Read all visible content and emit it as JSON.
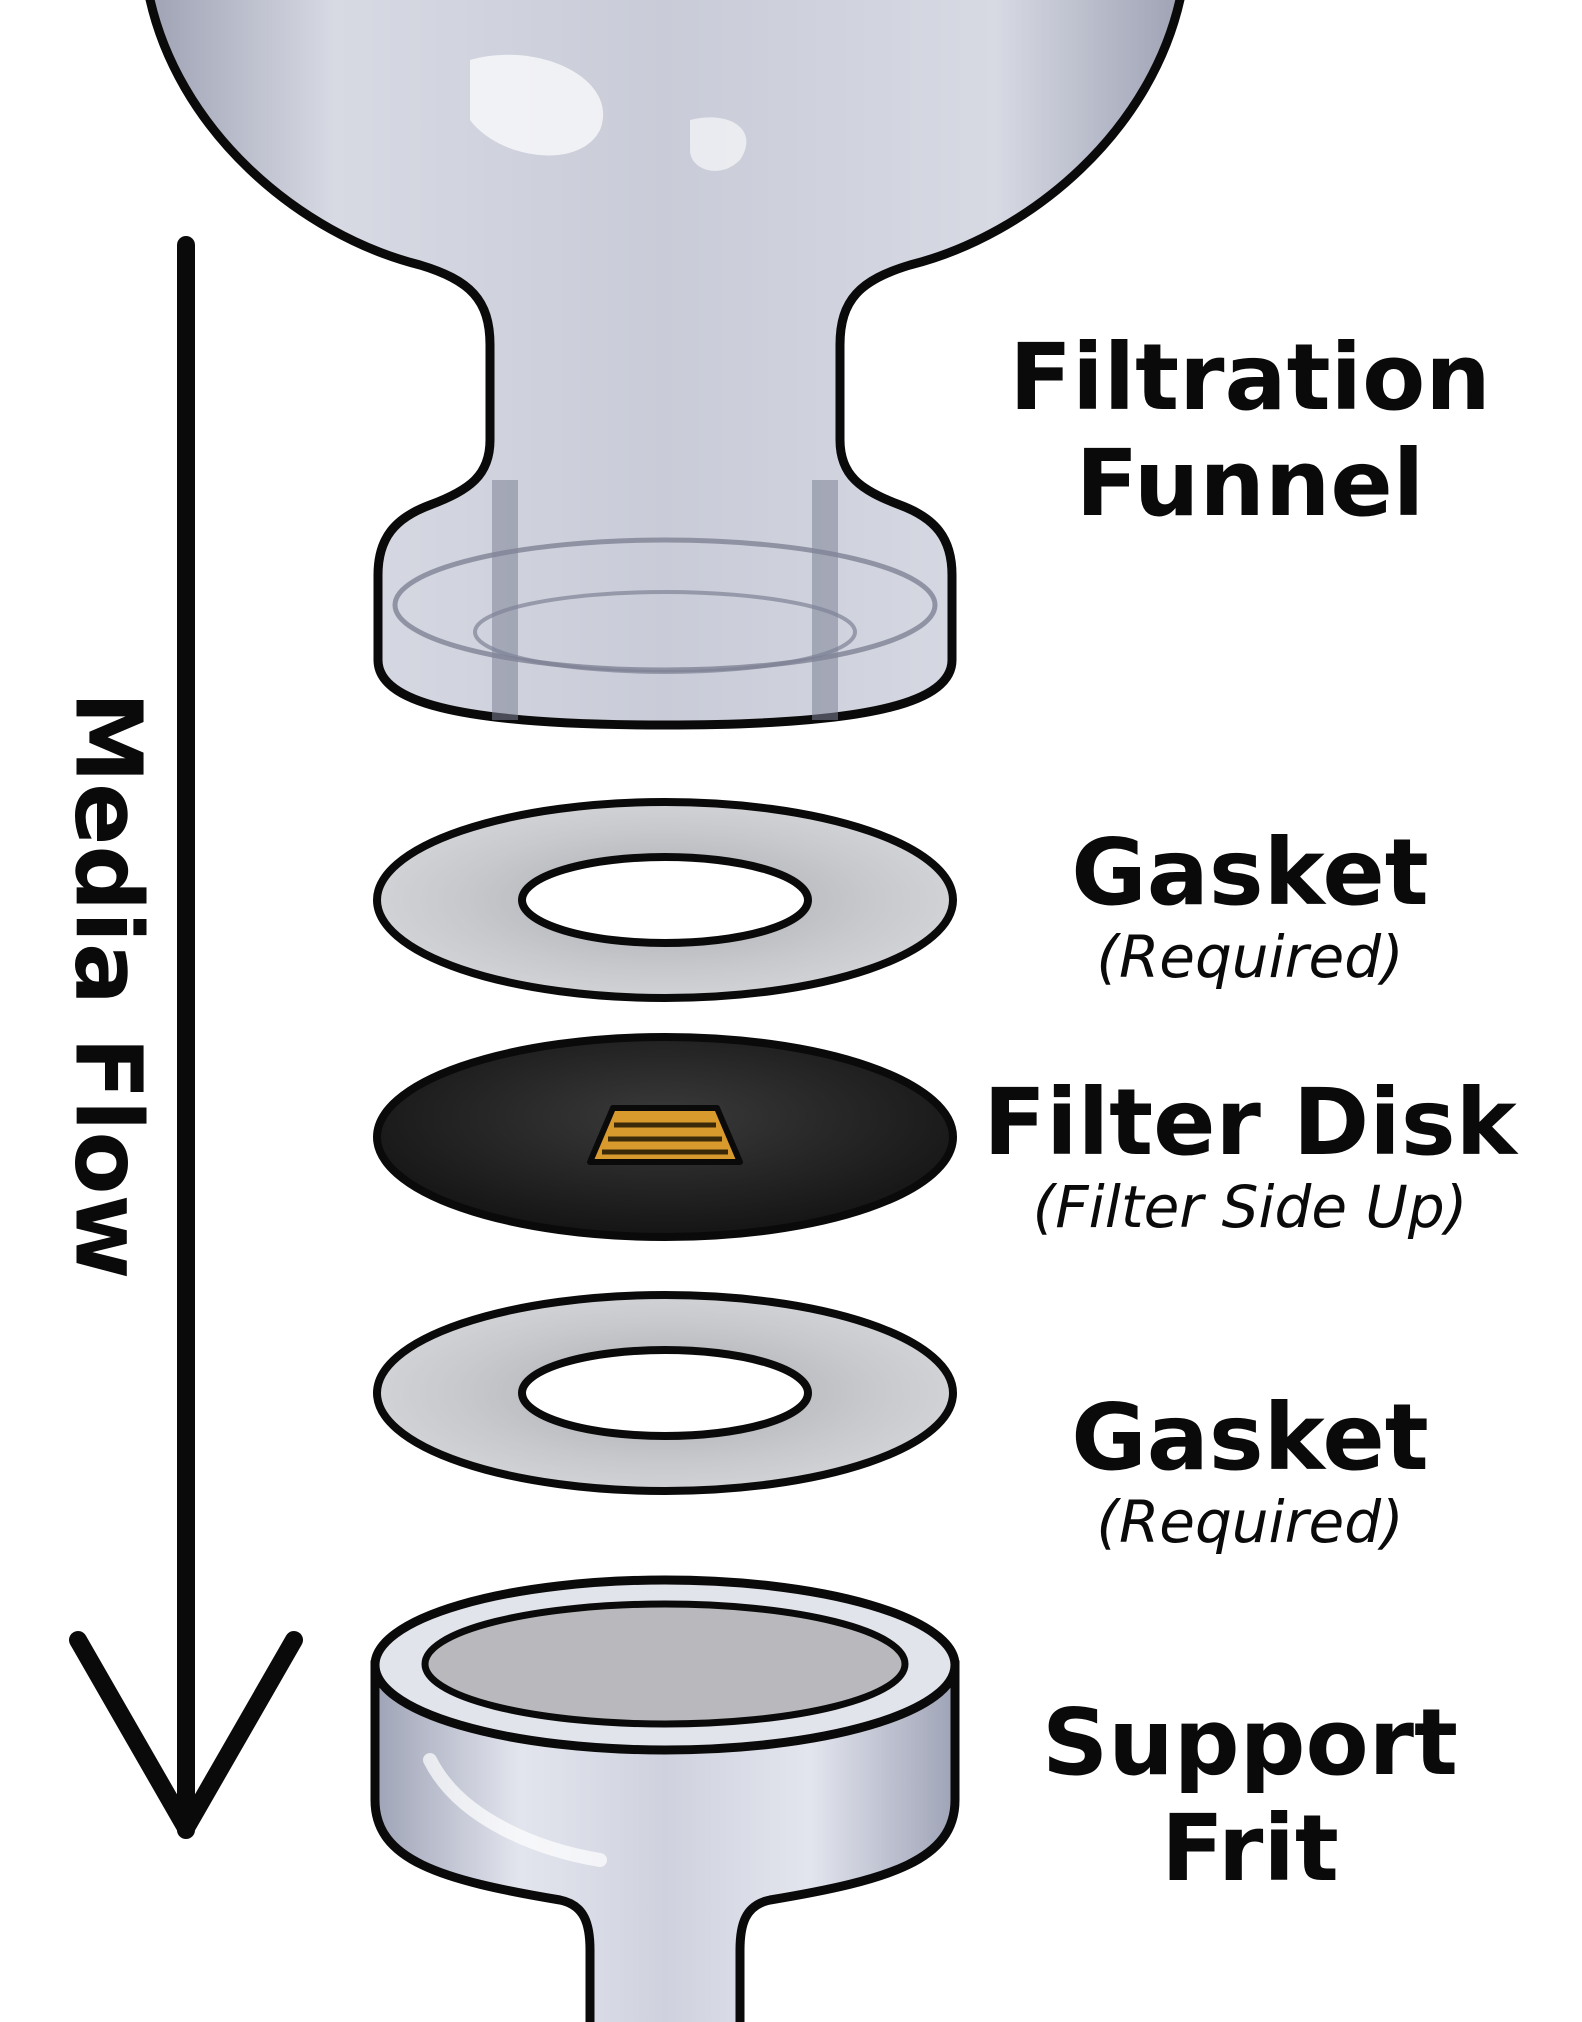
{
  "flow": {
    "label": "Media Flow"
  },
  "parts": [
    {
      "name": "Filtration",
      "name2": "Funnel"
    },
    {
      "name": "Gasket",
      "note": "(Required)"
    },
    {
      "name": "Filter Disk",
      "note": "(Filter Side Up)"
    },
    {
      "name": "Gasket",
      "note": "(Required)"
    },
    {
      "name": "Support",
      "name2": "Frit"
    }
  ],
  "colors": {
    "glass": "#c9ccd8",
    "glass_dark": "#8e93a6",
    "gasket": "#c2c4c8",
    "filter_disk": "#1c1c1c",
    "filter_tag": "#d89a2c",
    "frit": "#b9b9bd",
    "outline": "#0a0a0a"
  }
}
